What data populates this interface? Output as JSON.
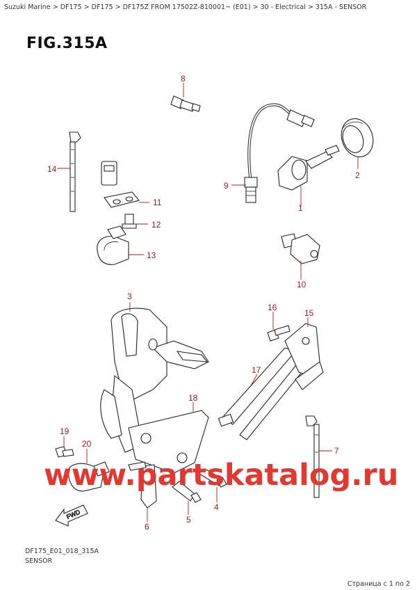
{
  "breadcrumb": {
    "brand": "Suzuki Marine",
    "model1": "DF175",
    "model2": "DF175",
    "variant": "DF175Z FROM 17502Z-810001~ (E01)",
    "section": "30 - Electrical",
    "page": "315A - SENSOR",
    "separator": ">"
  },
  "figure": {
    "title": "FIG.315A"
  },
  "callouts": [
    "1",
    "2",
    "3",
    "4",
    "5",
    "6",
    "7",
    "8",
    "9",
    "10",
    "11",
    "12",
    "13",
    "14",
    "15",
    "16",
    "17",
    "18",
    "19",
    "20"
  ],
  "direction_label": "FWD",
  "watermark": "www.partskatalog.ru",
  "footer": {
    "code": "DF175_E01_018_315A",
    "name": "SENSOR",
    "pager": "Страница с 1 по 2"
  },
  "colors": {
    "callout": "#b01818",
    "watermark": "#e4372f",
    "line": "#222222"
  }
}
